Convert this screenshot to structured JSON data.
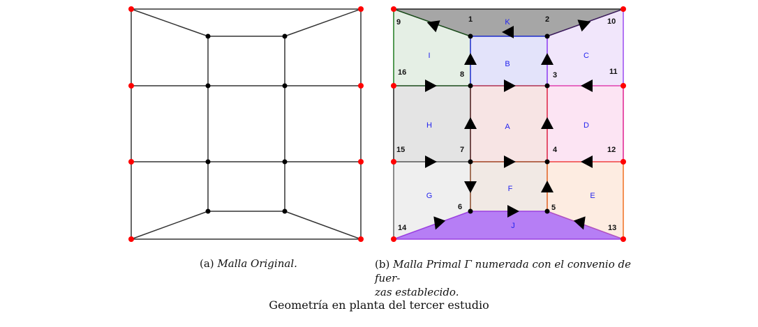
{
  "figure_a": {
    "label": "(a)",
    "caption": "Malla Original."
  },
  "figure_b": {
    "label": "(b)",
    "caption_line1": "Malla Primal Γ numerada con el convenio de fuer-",
    "caption_line2": "zas establecido."
  },
  "main_caption": "Geometría en planta del tercer estudio",
  "node_numbers": [
    "1",
    "2",
    "3",
    "4",
    "5",
    "6",
    "7",
    "8",
    "9",
    "10",
    "11",
    "12",
    "13",
    "14",
    "15",
    "16"
  ],
  "regions": [
    "A",
    "B",
    "C",
    "D",
    "E",
    "F",
    "G",
    "H",
    "I",
    "J",
    "K"
  ],
  "colors": {
    "K": "#a6a6a6",
    "I": "#e5efe5",
    "B": "#e3e3fa",
    "C": "#f1e6fb",
    "H": "#e4e4e4",
    "A": "#f7e4e4",
    "D": "#fce4f3",
    "G": "#efefef",
    "F": "#f1e9e4",
    "E": "#fdece1",
    "J": "#b67ef5",
    "boundary_node": "#ff0000",
    "inner_node": "#000000"
  }
}
